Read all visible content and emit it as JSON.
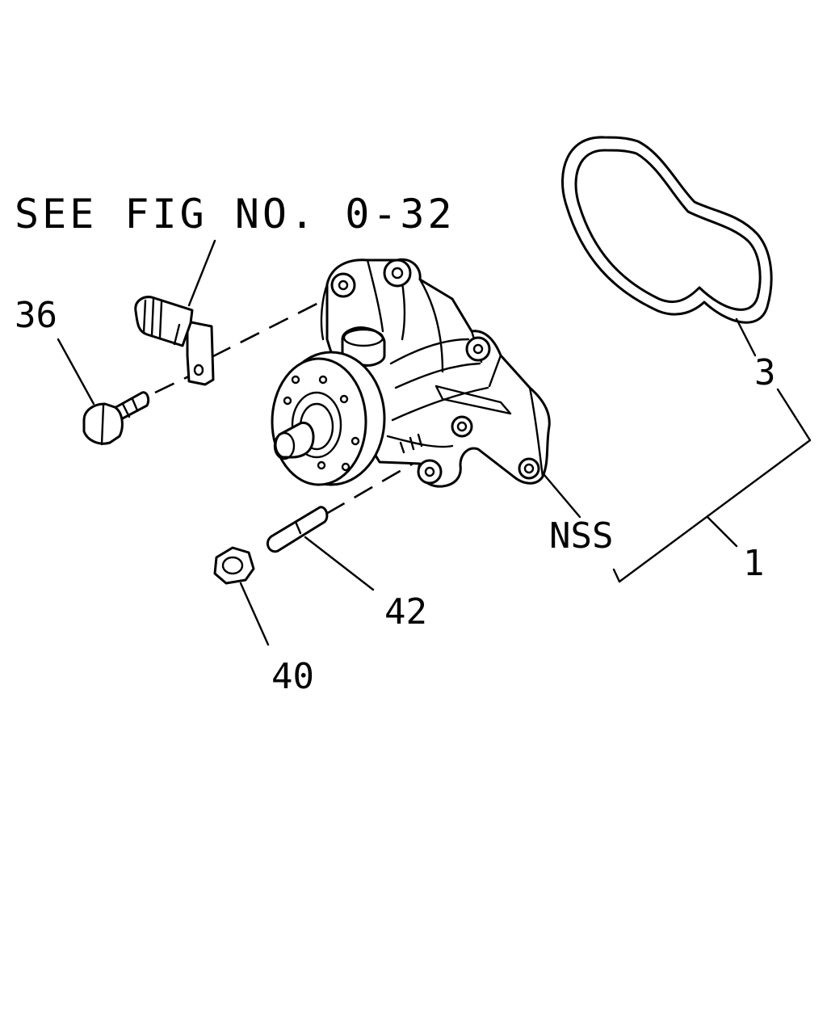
{
  "reference_note": "SEE FIG NO. 0-32",
  "callouts": {
    "part_36": "36",
    "part_3": "3",
    "part_1": "1",
    "part_nss": "NSS",
    "part_42": "42",
    "part_40": "40"
  }
}
